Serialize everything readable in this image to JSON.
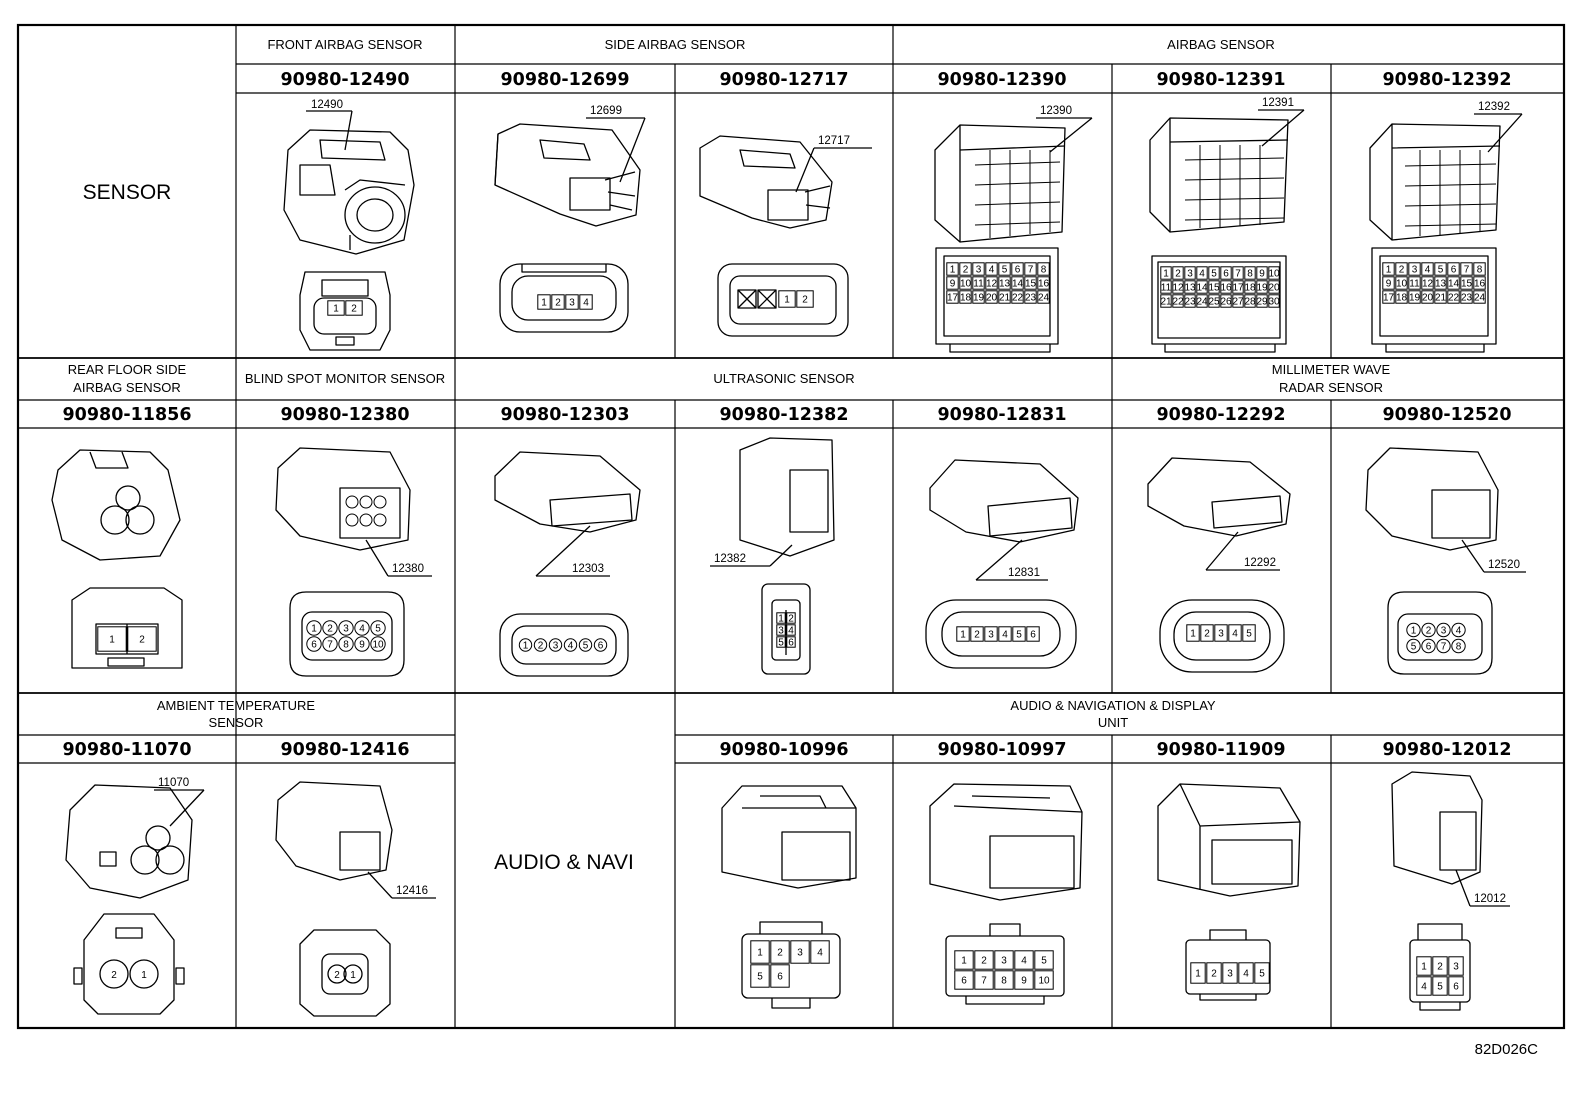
{
  "figure_code": "82D026C",
  "sections": [
    {
      "category": "SENSOR",
      "headers": [
        "FRONT AIRBAG SENSOR",
        "SIDE AIRBAG SENSOR",
        "AIRBAG SENSOR"
      ],
      "cells": [
        {
          "part": "90980-12490",
          "callout": "12490",
          "pins": [
            "1",
            "2"
          ]
        },
        {
          "part": "90980-12699",
          "callout": "12699",
          "pins": [
            "1",
            "2",
            "3",
            "4"
          ]
        },
        {
          "part": "90980-12717",
          "callout": "12717",
          "pins": [
            "1",
            "2"
          ]
        },
        {
          "part": "90980-12390",
          "callout": "12390",
          "pins": [
            "1",
            "2",
            "3",
            "4",
            "5",
            "6",
            "7",
            "8",
            "9",
            "10",
            "11",
            "12",
            "13",
            "14",
            "15",
            "16",
            "17",
            "18",
            "19",
            "20",
            "21",
            "22",
            "23",
            "24"
          ]
        },
        {
          "part": "90980-12391",
          "callout": "12391",
          "pins": [
            "1",
            "2",
            "3",
            "4",
            "5",
            "6",
            "7",
            "8",
            "9",
            "10",
            "11",
            "12",
            "13",
            "14",
            "15",
            "16",
            "17",
            "18",
            "19",
            "20",
            "21",
            "22",
            "23",
            "24",
            "25",
            "26",
            "27",
            "28",
            "29",
            "30"
          ]
        },
        {
          "part": "90980-12392",
          "callout": "12392",
          "pins": [
            "1",
            "2",
            "3",
            "4",
            "5",
            "6",
            "7",
            "8",
            "9",
            "10",
            "11",
            "12",
            "13",
            "14",
            "15",
            "16",
            "17",
            "18",
            "19",
            "20",
            "21",
            "22",
            "23",
            "24"
          ]
        }
      ]
    },
    {
      "headers": [
        "REAR FLOOR SIDE",
        "AIRBAG SENSOR",
        "BLIND SPOT MONITOR SENSOR",
        "ULTRASONIC SENSOR",
        "MILLIMETER WAVE",
        "RADAR SENSOR"
      ],
      "cells": [
        {
          "part": "90980-11856",
          "callout": "",
          "pins": [
            "1",
            "2"
          ]
        },
        {
          "part": "90980-12380",
          "callout": "12380",
          "pins": [
            "1",
            "2",
            "3",
            "4",
            "5",
            "6",
            "7",
            "8",
            "9",
            "10"
          ]
        },
        {
          "part": "90980-12303",
          "callout": "12303",
          "pins": [
            "1",
            "2",
            "3",
            "4",
            "5",
            "6"
          ]
        },
        {
          "part": "90980-12382",
          "callout": "12382",
          "pins": [
            "1",
            "2",
            "3",
            "4",
            "5",
            "6"
          ]
        },
        {
          "part": "90980-12831",
          "callout": "12831",
          "pins": [
            "1",
            "2",
            "3",
            "4",
            "5",
            "6"
          ]
        },
        {
          "part": "90980-12292",
          "callout": "12292",
          "pins": [
            "1",
            "2",
            "3",
            "4",
            "5"
          ]
        },
        {
          "part": "90980-12520",
          "callout": "12520",
          "pins": [
            "1",
            "2",
            "3",
            "4",
            "5",
            "6",
            "7",
            "8"
          ]
        }
      ]
    },
    {
      "category": "AUDIO & NAVI",
      "headers": [
        "AMBIENT TEMPERATURE",
        "SENSOR",
        "AUDIO & NAVIGATION & DISPLAY",
        "UNIT"
      ],
      "cells": [
        {
          "part": "90980-11070",
          "callout": "11070",
          "pins": [
            "1",
            "2"
          ]
        },
        {
          "part": "90980-12416",
          "callout": "12416",
          "pins": [
            "1",
            "2"
          ]
        },
        {
          "part": "90980-10996",
          "callout": "",
          "pins": [
            "1",
            "2",
            "3",
            "4",
            "5",
            "6"
          ]
        },
        {
          "part": "90980-10997",
          "callout": "",
          "pins": [
            "1",
            "2",
            "3",
            "4",
            "5",
            "6",
            "7",
            "8",
            "9",
            "10"
          ]
        },
        {
          "part": "90980-11909",
          "callout": "",
          "pins": [
            "1",
            "2",
            "3",
            "4",
            "5"
          ]
        },
        {
          "part": "90980-12012",
          "callout": "12012",
          "pins": [
            "1",
            "2",
            "3",
            "4",
            "5",
            "6"
          ]
        }
      ]
    }
  ]
}
